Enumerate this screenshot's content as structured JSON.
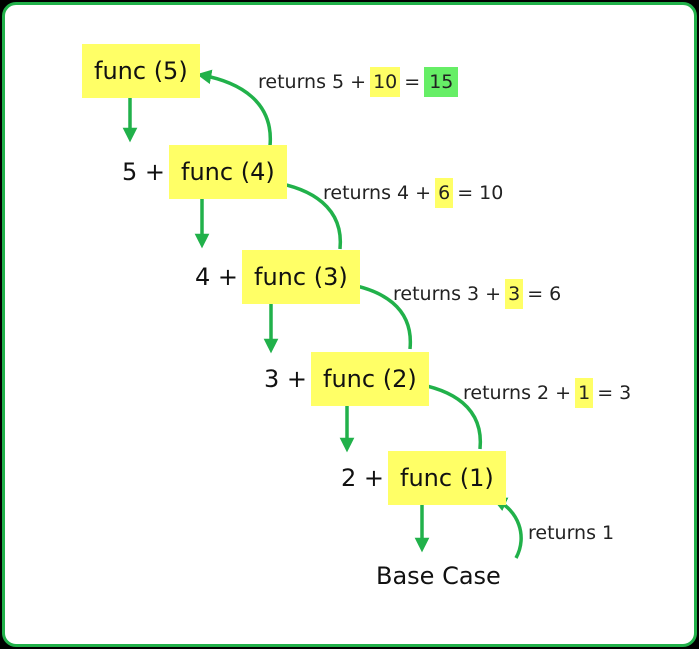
{
  "nodes": [
    {
      "prefix": "",
      "call": "func (5)"
    },
    {
      "prefix": "5 +",
      "call": "func (4)"
    },
    {
      "prefix": "4 +",
      "call": "func (3)"
    },
    {
      "prefix": "3 +",
      "call": "func (2)"
    },
    {
      "prefix": "2 +",
      "call": "func (1)"
    }
  ],
  "base_case": "Base Case",
  "returns": [
    {
      "pre": "returns 5 +",
      "hl": "10",
      "eq": "=",
      "result": "15"
    },
    {
      "pre": "returns 4 +",
      "hl": "6",
      "post": "= 10"
    },
    {
      "pre": "returns 3 +",
      "hl": "3",
      "post": "= 6"
    },
    {
      "pre": "returns 2 +",
      "hl": "1",
      "post": "= 3"
    },
    {
      "pre": "returns 1"
    }
  ],
  "colors": {
    "arrow": "#21b14a",
    "frame": "#21b14a",
    "highlight": "#ffff66",
    "result_highlight": "#66ee66"
  }
}
